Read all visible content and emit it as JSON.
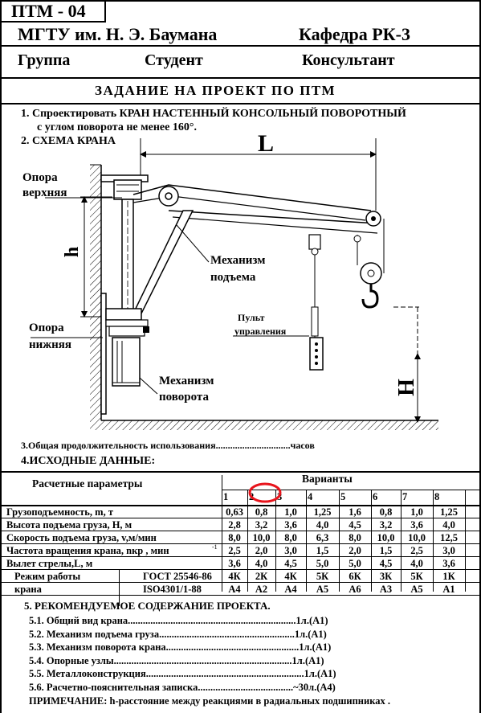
{
  "header": {
    "doc_code": "ПТМ - 04",
    "university": "МГТУ им. Н. Э. Баумана",
    "department": "Кафедра РК-3",
    "group_label": "Группа",
    "student_label": "Студент",
    "consultant_label": "Консультант"
  },
  "task_title": "ЗАДАНИЕ НА ПРОЕКТ ПО ПТМ",
  "section1": {
    "line1": "1. Спроектировать КРАН НАСТЕННЫЙ КОНСОЛЬНЫЙ ПОВОРОТНЫЙ",
    "line2": "с углом поворота не менее 160°."
  },
  "section2": {
    "title": "2. СХЕМА КРАНА"
  },
  "diagram": {
    "label_L": "L",
    "label_h": "h",
    "label_H": "H",
    "upper_support": [
      "Опора",
      "верхняя"
    ],
    "lower_support": [
      "Опора",
      "нижняя"
    ],
    "hoist_mechanism": [
      "Механизм",
      "подъема"
    ],
    "slew_mechanism": [
      "Механизм",
      "поворота"
    ],
    "control_panel": [
      "Пульт",
      "управления"
    ]
  },
  "section3": {
    "text": "3.Общая продолжительность использования...............................часов"
  },
  "section4": {
    "title": "4.ИСХОДНЫЕ ДАННЫЕ:"
  },
  "table": {
    "params_header": "Расчетные параметры",
    "variants_header": "Варианты",
    "variants": [
      "1",
      "2",
      "3",
      "4",
      "5",
      "6",
      "7",
      "8"
    ],
    "rows": [
      {
        "label": "Грузоподъемность, m, т",
        "values": [
          "0,63",
          "0,8",
          "1,0",
          "1,25",
          "1,6",
          "0,8",
          "1,0",
          "1,25"
        ]
      },
      {
        "label": "Высота подъема груза, H, м",
        "values": [
          "2,8",
          "3,2",
          "3,6",
          "4,0",
          "4,5",
          "3,2",
          "3,6",
          "4,0"
        ]
      },
      {
        "label": "Скорость подъема груза, v,м/мин",
        "values": [
          "8,0",
          "10,0",
          "8,0",
          "6,3",
          "8,0",
          "10,0",
          "10,0",
          "12,5"
        ]
      },
      {
        "label": "Частота вращения крана, nкр , мин",
        "label_sup": "-1",
        "values": [
          "2,5",
          "2,0",
          "3,0",
          "1,5",
          "2,0",
          "1,5",
          "2,5",
          "3,0"
        ]
      },
      {
        "label": "Вылет стрелы,L, м",
        "values": [
          "3,6",
          "4,0",
          "4,5",
          "5,0",
          "5,0",
          "4,5",
          "4,0",
          "3,6"
        ]
      }
    ],
    "mode_label": [
      "Режим работы",
      "крана"
    ],
    "mode_rows": [
      {
        "standard": "ГОСТ 25546-86",
        "values": [
          "4К",
          "2К",
          "4К",
          "5К",
          "6К",
          "3К",
          "5К",
          "1К"
        ]
      },
      {
        "standard": "ISO4301/1-88",
        "values": [
          "А4",
          "А2",
          "А4",
          "А5",
          "А6",
          "А3",
          "А5",
          "А1"
        ]
      }
    ]
  },
  "section5": {
    "title": "5. РЕКОМЕНДУЕМОЕ СОДЕРЖАНИЕ ПРОЕКТА.",
    "items": [
      "5.1. Общий вид крана...................................................................1л.(А1)",
      "5.2. Механизм подъема груза......................................................1л.(А1)",
      "5.3. Механизм поворота крана.....................................................1л.(А1)",
      "5.4. Опорные узлы.......................................................................1л.(А1)",
      "5.5. Металлоконструкция...............................................................1л.(А1)",
      "5.6. Расчетно-пояснительная записка......................................~30л.(А4)"
    ]
  },
  "note": "ПРИМЕЧАНИЕ: h-расстояние между реакциями в радиальных подшипниках .",
  "colors": {
    "ink": "#000000",
    "highlight_circle": "#e8141c"
  }
}
